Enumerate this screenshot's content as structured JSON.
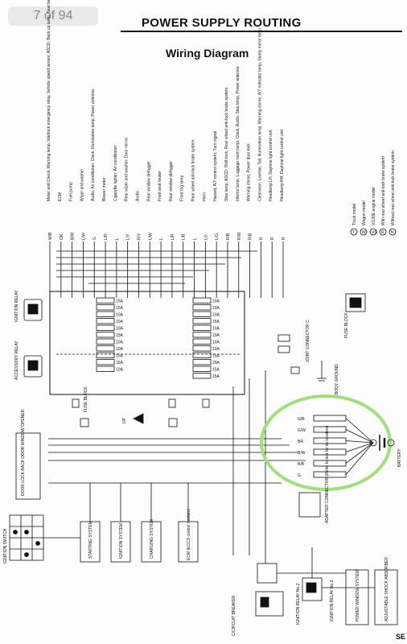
{
  "page_indicator": "7 of 94",
  "header": {
    "title": "POWER SUPPLY ROUTING",
    "subtitle": "Wiring Diagram",
    "corner_code": "SE"
  },
  "consumers": [
    {
      "label": "Meter and Check, Warning lamp, Interlock emergency relay, Vehicle speed sensor, ASCD, Back up lamp, Seat belt system, Daytime light control unit, Blower motor, A/T control unit",
      "wire": "W/B"
    },
    {
      "label": "ECM",
      "wire": "OR"
    },
    {
      "label": "Fuel pump",
      "wire": "B/W"
    },
    {
      "label": "Wiper and washer",
      "wire": "L/W"
    },
    {
      "label": "Audio, Air conditioner, Clock, Illumination lamp, Power antenna",
      "wire": "G"
    },
    {
      "label": "Blower motor",
      "wire": "L/R"
    },
    {
      "label": "Cigarette lighter, Air conditioner",
      "wire": "L"
    },
    {
      "label": "Rear wiper and washer, Door mirror",
      "wire": "L/Y"
    },
    {
      "label": "Audio",
      "wire": "R/Y"
    },
    {
      "label": "Rear window defogger",
      "wire": "L/W"
    },
    {
      "label": "Front seat heater",
      "wire": "L"
    },
    {
      "label": "Rear window defogger",
      "wire": "L/R"
    },
    {
      "label": "Front fog lamp",
      "wire": "L/B"
    },
    {
      "label": "Rear wheel anti-lock brake system",
      "wire": "L"
    },
    {
      "label": "Horn",
      "wire": "LG"
    },
    {
      "label": "Hazard, A/T control system, Turn signal",
      "wire": "L/G"
    },
    {
      "label": "Stop lamp, ASCD, Shift lock, Rear wheel anti-lock brake system",
      "wire": "R/B"
    },
    {
      "label": "Interior lamp, Luggage room lamp, Clock, Audio, Step lamp, Power antenna",
      "wire": "R/W"
    },
    {
      "label": "Warning chime, Power door lock",
      "wire": "R/B"
    },
    {
      "label": "Clearance, License, Tail, Illumination lamp, Warning chime, A/T indicator lamp, Vanity mirror lamp",
      "wire": "R"
    },
    {
      "label": "Headlamp LH, Daytime light control unit",
      "wire": "R"
    },
    {
      "label": "Headlamp RH, Daytime light control unit",
      "wire": "R"
    }
  ],
  "legend": [
    {
      "symbol": "T",
      "text": "Truck model"
    },
    {
      "symbol": "W",
      "text": "Wagon model"
    },
    {
      "symbol": "VG",
      "text": "VG30E engine model"
    },
    {
      "symbol": "R",
      "text": "With rear wheel anti-lock brake system"
    },
    {
      "symbol": "N",
      "text": "Without rear wheel anti-lock brake system"
    }
  ],
  "fuse_block": {
    "label": "FUSE BLOCK",
    "left_column": [
      "15A",
      "15A",
      "10A",
      "10A",
      "10A",
      "15A",
      "10A",
      "10A",
      "15A",
      "15A",
      "10A"
    ],
    "right_column": [
      "10A",
      "10A",
      "10A",
      "15A",
      "10A",
      "10A",
      "10A",
      "10A",
      "15A",
      "20A",
      "15A",
      "15A"
    ]
  },
  "components": {
    "ignition_relay": "IGNITION RELAY",
    "accessory_relay": "ACCESSORY RELAY",
    "door_lock": "DOOR LOCK BACK DOOR WINDOW OPENER",
    "ignition_switch": "IGNITION SWITCH",
    "fuse_block_small": "FUSE BLOCK",
    "joint_connector": "JOINT CONNECTOR C",
    "body_ground": "BODY GROUND",
    "up_arrow": "UP",
    "starting": "STARTING SYSTEM",
    "ignition_system": "IGNITION SYSTEM",
    "charging": "CHARGING SYSTEM",
    "ecm_eccs": "ECM (ECCS control module)",
    "adapter_connector": "ADAPTER CONNECTOR (Refer to test for its location)",
    "battery": "BATTERY",
    "circuit_breaker": "C/CIRCUIT BREAKER",
    "ignition_relay_2a": "IGNITION RELAY No.2",
    "ignition_relay_2b": "IGNITION RELAY No.2",
    "power_window": "POWER WINDOW SYSTEM",
    "shock_absorber": "ADJUSTABLE SHOCK ABSORBER"
  },
  "fusible_links": [
    "G/B",
    "G/W",
    "BR",
    "B/W",
    "B/B",
    "G"
  ],
  "highlight_color": "#9fe07a"
}
